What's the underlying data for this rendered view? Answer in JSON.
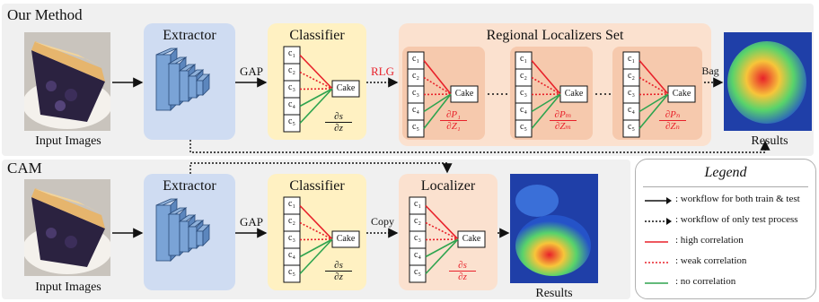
{
  "top": {
    "title": "Our Method",
    "input_caption": "Input Images",
    "extractor": "Extractor",
    "classifier": "Classifier",
    "gap": "GAP",
    "rlg": "RLG",
    "localizers_title": "Regional Localizers Set",
    "bag": "Bag",
    "results": "Results",
    "cake": "Cake",
    "grad_classifier": {
      "num": "∂s",
      "den": "∂z"
    },
    "grad_localizers": [
      {
        "num": "∂P₁",
        "den": "∂Z₁"
      },
      {
        "num": "∂Pₘ",
        "den": "∂Zₘ"
      },
      {
        "num": "∂Pₙ",
        "den": "∂Zₙ"
      }
    ]
  },
  "bottom": {
    "title": "CAM",
    "input_caption": "Input Images",
    "extractor": "Extractor",
    "classifier": "Classifier",
    "gap": "GAP",
    "copy": "Copy",
    "localizer": "Localizer",
    "results": "Results",
    "cake": "Cake",
    "grad_classifier": {
      "num": "∂s",
      "den": "∂z"
    },
    "grad_localizer": {
      "num": "∂s",
      "den": "∂z"
    }
  },
  "channels": [
    "c₁",
    "c₂",
    "c₃",
    "c₄",
    "c₅"
  ],
  "legend": {
    "title": "Legend",
    "items": [
      {
        "style": "solid-arrow",
        "text": ": workflow for both train & test"
      },
      {
        "style": "dotted-arrow",
        "text": ": workflow of only test process"
      },
      {
        "style": "red-solid",
        "text": ": high correlation"
      },
      {
        "style": "red-dotted",
        "text": ": weak correlation"
      },
      {
        "style": "green-solid",
        "text": ": no correlation"
      }
    ]
  },
  "colors": {
    "extractor_bg": "#cfdcf2",
    "classifier_bg": "#fff1c2",
    "localizer_bg": "#fbe1cf",
    "localizer_inner_bg": "#f6c9ad",
    "high": "#e8212a",
    "none": "#2ea44f"
  }
}
